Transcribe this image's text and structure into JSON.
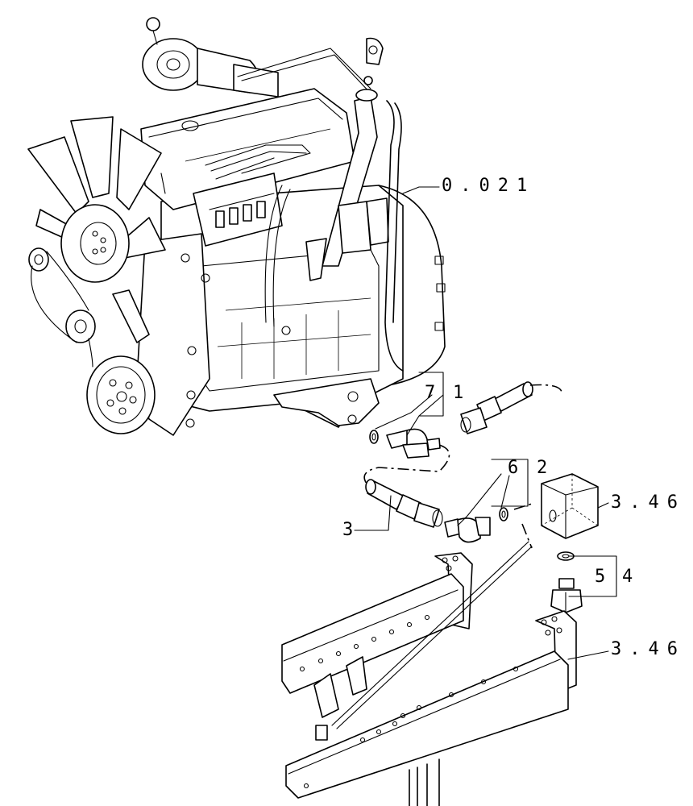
{
  "callouts": {
    "engine_ref": "0.021",
    "frame_ref_upper": "3.46",
    "frame_ref_lower": "3.46",
    "item_1": "1",
    "item_2": "2",
    "item_3": "3",
    "item_4": "4",
    "item_5": "5",
    "item_6": "6",
    "item_7": "7"
  }
}
